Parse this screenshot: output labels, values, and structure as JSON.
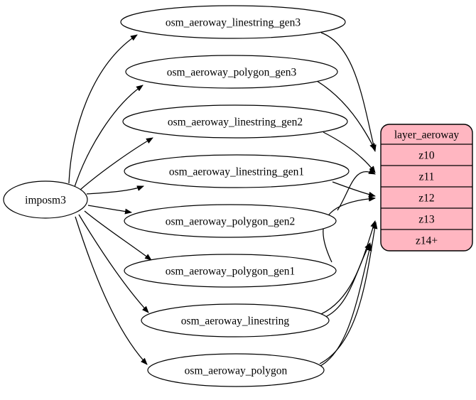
{
  "diagram": {
    "kind": "dataflow-graph",
    "background": "#ffffff",
    "stroke_color": "#000000",
    "node_fill": "#ffffff",
    "source": {
      "id": "imposm3",
      "label": "imposm3"
    },
    "table_nodes": [
      {
        "id": "osm_aeroway_linestring_gen3",
        "label": "osm_aeroway_linestring_gen3"
      },
      {
        "id": "osm_aeroway_polygon_gen3",
        "label": "osm_aeroway_polygon_gen3"
      },
      {
        "id": "osm_aeroway_linestring_gen2",
        "label": "osm_aeroway_linestring_gen2"
      },
      {
        "id": "osm_aeroway_linestring_gen1",
        "label": "osm_aeroway_linestring_gen1"
      },
      {
        "id": "osm_aeroway_polygon_gen2",
        "label": "osm_aeroway_polygon_gen2"
      },
      {
        "id": "osm_aeroway_polygon_gen1",
        "label": "osm_aeroway_polygon_gen1"
      },
      {
        "id": "osm_aeroway_linestring",
        "label": "osm_aeroway_linestring"
      },
      {
        "id": "osm_aeroway_polygon",
        "label": "osm_aeroway_polygon"
      }
    ],
    "layer_node": {
      "id": "layer_aeroway",
      "title": "layer_aeroway",
      "fill": "#ffb6c1",
      "rows": [
        {
          "id": "z10",
          "label": "z10"
        },
        {
          "id": "z11",
          "label": "z11"
        },
        {
          "id": "z12",
          "label": "z12"
        },
        {
          "id": "z13",
          "label": "z13"
        },
        {
          "id": "z14+",
          "label": "z14+"
        }
      ]
    },
    "edges_source_to_tables": [
      {
        "from": "imposm3",
        "to": "osm_aeroway_linestring_gen3"
      },
      {
        "from": "imposm3",
        "to": "osm_aeroway_polygon_gen3"
      },
      {
        "from": "imposm3",
        "to": "osm_aeroway_linestring_gen2"
      },
      {
        "from": "imposm3",
        "to": "osm_aeroway_linestring_gen1"
      },
      {
        "from": "imposm3",
        "to": "osm_aeroway_polygon_gen2"
      },
      {
        "from": "imposm3",
        "to": "osm_aeroway_polygon_gen1"
      },
      {
        "from": "imposm3",
        "to": "osm_aeroway_linestring"
      },
      {
        "from": "imposm3",
        "to": "osm_aeroway_polygon"
      }
    ],
    "edges_tables_to_rows": [
      {
        "from": "osm_aeroway_linestring_gen3",
        "to": "z10"
      },
      {
        "from": "osm_aeroway_polygon_gen3",
        "to": "z10"
      },
      {
        "from": "osm_aeroway_linestring_gen2",
        "to": "z11"
      },
      {
        "from": "osm_aeroway_polygon_gen2",
        "to": "z11"
      },
      {
        "from": "osm_aeroway_linestring_gen1",
        "to": "z12"
      },
      {
        "from": "osm_aeroway_polygon_gen1",
        "to": "z12"
      },
      {
        "from": "osm_aeroway_linestring",
        "to": "z13"
      },
      {
        "from": "osm_aeroway_polygon",
        "to": "z13"
      },
      {
        "from": "osm_aeroway_linestring",
        "to": "z14+"
      },
      {
        "from": "osm_aeroway_polygon",
        "to": "z14+"
      }
    ]
  }
}
